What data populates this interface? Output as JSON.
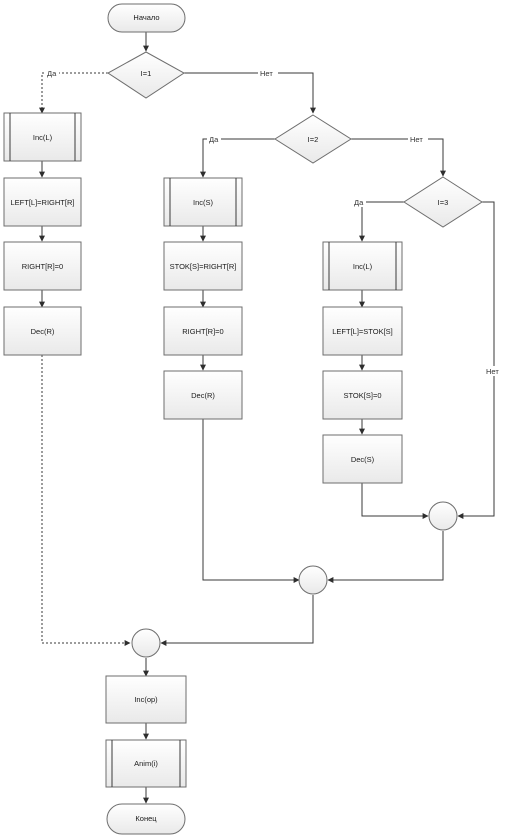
{
  "nodes": {
    "start": "Начало",
    "cond1": "I=1",
    "inc_l_1": "Inc(L)",
    "left_right": "LEFT[L]=RIGHT[R]",
    "right_zero_1": "RIGHT[R]=0",
    "dec_r_1": "Dec(R)",
    "cond2": "I=2",
    "inc_s": "Inc(S)",
    "stok_right": "STOK[S]=RIGHT[R]",
    "right_zero_2": "RIGHT[R]=0",
    "dec_r_2": "Dec(R)",
    "cond3": "I=3",
    "inc_l_2": "Inc(L)",
    "left_stok": "LEFT[L]=STOK[S]",
    "stok_zero": "STOK[S]=0",
    "dec_s": "Dec(S)",
    "inc_op": "Inc(op)",
    "anim": "Anim(i)",
    "end": "Конец"
  },
  "edge_labels": {
    "yes1": "Да",
    "no1": "Нет",
    "yes2": "Да",
    "no2": "Нет",
    "yes3": "Да",
    "no3": "Нет"
  }
}
